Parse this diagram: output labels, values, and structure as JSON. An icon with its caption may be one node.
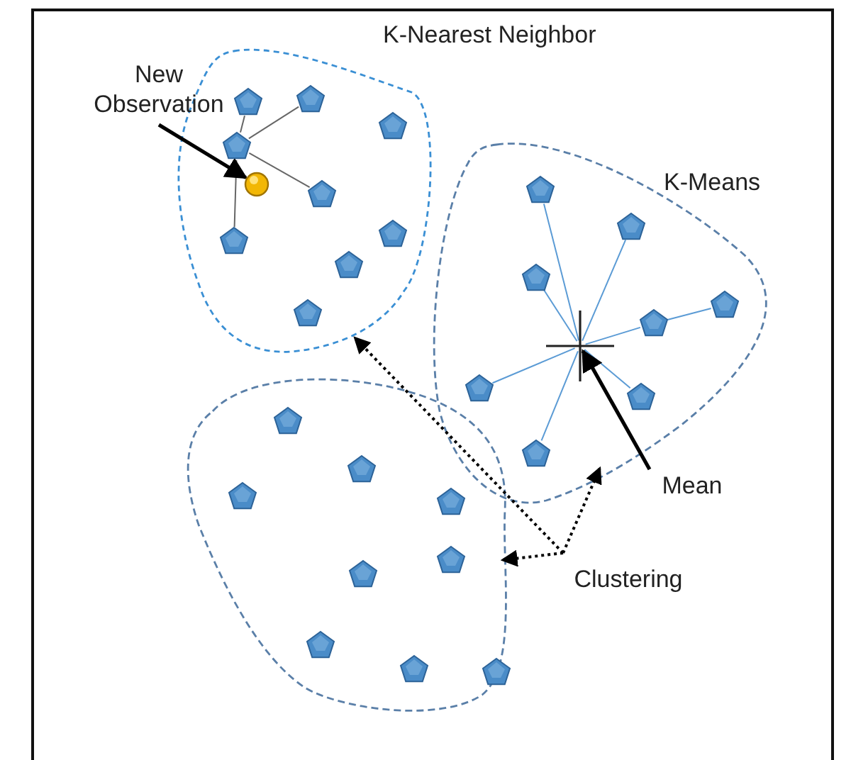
{
  "diagram": {
    "nodes": [
      {
        "text": [
          "K-Nearest Neighbor"
        ]
      },
      {
        "text": [],
        "shape": "pentagon",
        "in": 0
      },
      {
        "text": [],
        "shape": "pentagon",
        "in": 0
      },
      {
        "text": [],
        "shape": "pentagon",
        "in": 0
      },
      {
        "text": [],
        "shape": "pentagon",
        "in": 0
      },
      {
        "text": [],
        "shape": "pentagon",
        "in": 0
      },
      {
        "text": [],
        "shape": "pentagon",
        "in": 0
      },
      {
        "text": [],
        "shape": "pentagon",
        "in": 0
      },
      {
        "text": [],
        "shape": "pentagon",
        "in": 0
      },
      {
        "text": [],
        "shape": "pentagon",
        "in": 0
      },
      {
        "text": [],
        "shape": "circle",
        "in": 0
      },
      {
        "text": [
          "K-Means"
        ]
      },
      {
        "text": [],
        "shape": "pentagon",
        "in": 11
      },
      {
        "text": [],
        "shape": "pentagon",
        "in": 11
      },
      {
        "text": [],
        "shape": "pentagon",
        "in": 11
      },
      {
        "text": [],
        "shape": "pentagon",
        "in": 11
      },
      {
        "text": [],
        "shape": "pentagon",
        "in": 11
      },
      {
        "text": [],
        "shape": "pentagon",
        "in": 11
      },
      {
        "text": [],
        "shape": "pentagon",
        "in": 11
      },
      {
        "text": [],
        "shape": "pentagon",
        "in": 11
      },
      {
        "text": [],
        "shape": "cross",
        "in": 11
      },
      {
        "text": [],
        "shape": "cloud"
      },
      {
        "text": [],
        "shape": "pentagon",
        "in": 21
      },
      {
        "text": [],
        "shape": "pentagon",
        "in": 21
      },
      {
        "text": [],
        "shape": "pentagon",
        "in": 21
      },
      {
        "text": [],
        "shape": "pentagon",
        "in": 21
      },
      {
        "text": [],
        "shape": "pentagon",
        "in": 21
      },
      {
        "text": [],
        "shape": "pentagon",
        "in": 21
      },
      {
        "text": [],
        "shape": "pentagon",
        "in": 21
      },
      {
        "text": [],
        "shape": "pentagon",
        "in": 21
      },
      {
        "text": [],
        "shape": "pentagon",
        "in": 21
      },
      {
        "text": [
          "New Observation"
        ]
      },
      {
        "text": [
          "Mean"
        ]
      },
      {
        "text": [
          "Clustering"
        ]
      }
    ],
    "edges": [
      {
        "from": 4,
        "to": 2,
        "arrow": "none",
        "color": "#666666"
      },
      {
        "from": 4,
        "to": 1,
        "arrow": "none",
        "color": "#666666"
      },
      {
        "from": 4,
        "to": 5,
        "arrow": "none",
        "color": "#666666"
      },
      {
        "from": 4,
        "to": 7,
        "arrow": "none",
        "color": "#666666"
      },
      {
        "from": 20,
        "to": 12,
        "arrow": "none"
      },
      {
        "from": 20,
        "to": 13,
        "arrow": "none"
      },
      {
        "from": 20,
        "to": 14,
        "arrow": "none"
      },
      {
        "from": 16,
        "to": 15,
        "arrow": "none"
      },
      {
        "from": 20,
        "to": 16,
        "arrow": "none"
      },
      {
        "from": 20,
        "to": 17,
        "arrow": "none"
      },
      {
        "from": 20,
        "to": 18,
        "arrow": "none"
      },
      {
        "from": 20,
        "to": 19,
        "arrow": "none"
      },
      {
        "from": 31,
        "to": 10,
        "arrow": "to",
        "style": "thick",
        "color": "#000000"
      },
      {
        "from": 32,
        "to": 20,
        "arrow": "to",
        "style": "thick",
        "color": "#000000"
      },
      {
        "from": 33,
        "to": 0,
        "arrow": "to",
        "style": "dashed",
        "color": "#000000"
      },
      {
        "from": 33,
        "to": 11,
        "arrow": "to",
        "style": "dashed",
        "color": "#000000"
      },
      {
        "from": 33,
        "to": 21,
        "arrow": "to",
        "style": "dashed",
        "color": "#000000"
      }
    ]
  }
}
